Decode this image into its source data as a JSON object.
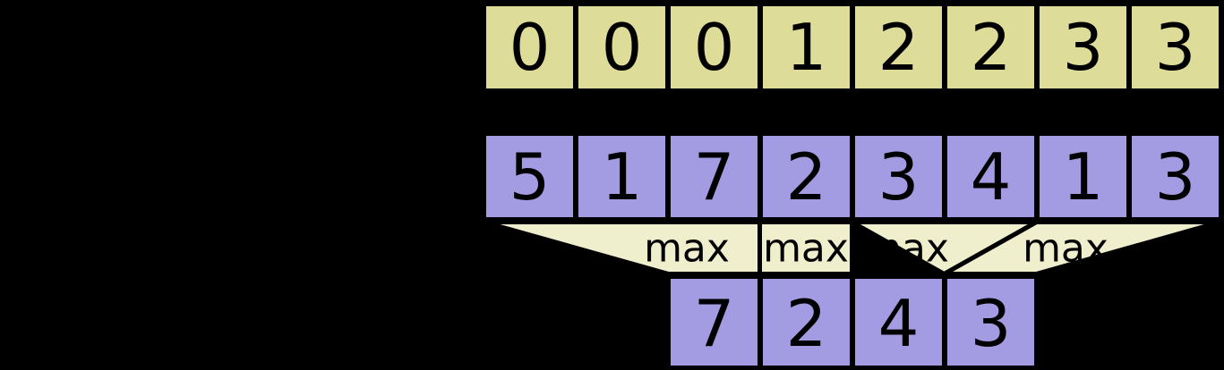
{
  "diagram": {
    "title": "max-pooling-diagram",
    "background_color": "#000000",
    "colors": {
      "index_row": "#dedc99",
      "value_row": "#a49ce2",
      "funnel": "#efefcd",
      "outline": "#000000",
      "text": "#000000"
    },
    "index_row": {
      "name": "pooling-index-row",
      "cells": [
        "0",
        "0",
        "0",
        "1",
        "2",
        "2",
        "3",
        "3"
      ]
    },
    "input_row": {
      "name": "input-value-row",
      "cells": [
        "5",
        "1",
        "7",
        "2",
        "3",
        "4",
        "1",
        "3"
      ]
    },
    "operation_band": {
      "name": "max-operation-band",
      "labels": [
        "max",
        "max",
        "max",
        "max"
      ]
    },
    "output_row": {
      "name": "output-value-row",
      "cells": [
        "7",
        "2",
        "4",
        "3"
      ]
    }
  }
}
